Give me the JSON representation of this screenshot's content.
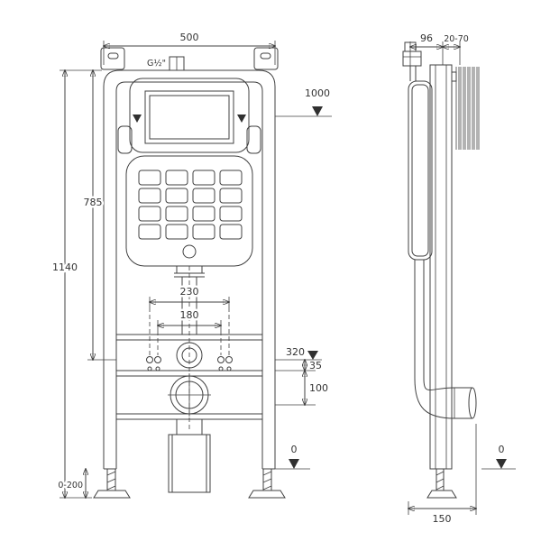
{
  "colors": {
    "line": "#404040",
    "text": "#333333",
    "background": "#ffffff"
  },
  "labels": {
    "front": {
      "width": "500",
      "inlet": "G½\"",
      "h1000": "1000",
      "h785": "785",
      "h1140": "1140",
      "w230": "230",
      "w180": "180",
      "h320": "320",
      "h35": "35",
      "h100": "100",
      "feet": "0-200",
      "zero": "0"
    },
    "side": {
      "d96": "96",
      "d2070": "20-70",
      "w150": "150",
      "zero": "0"
    }
  }
}
